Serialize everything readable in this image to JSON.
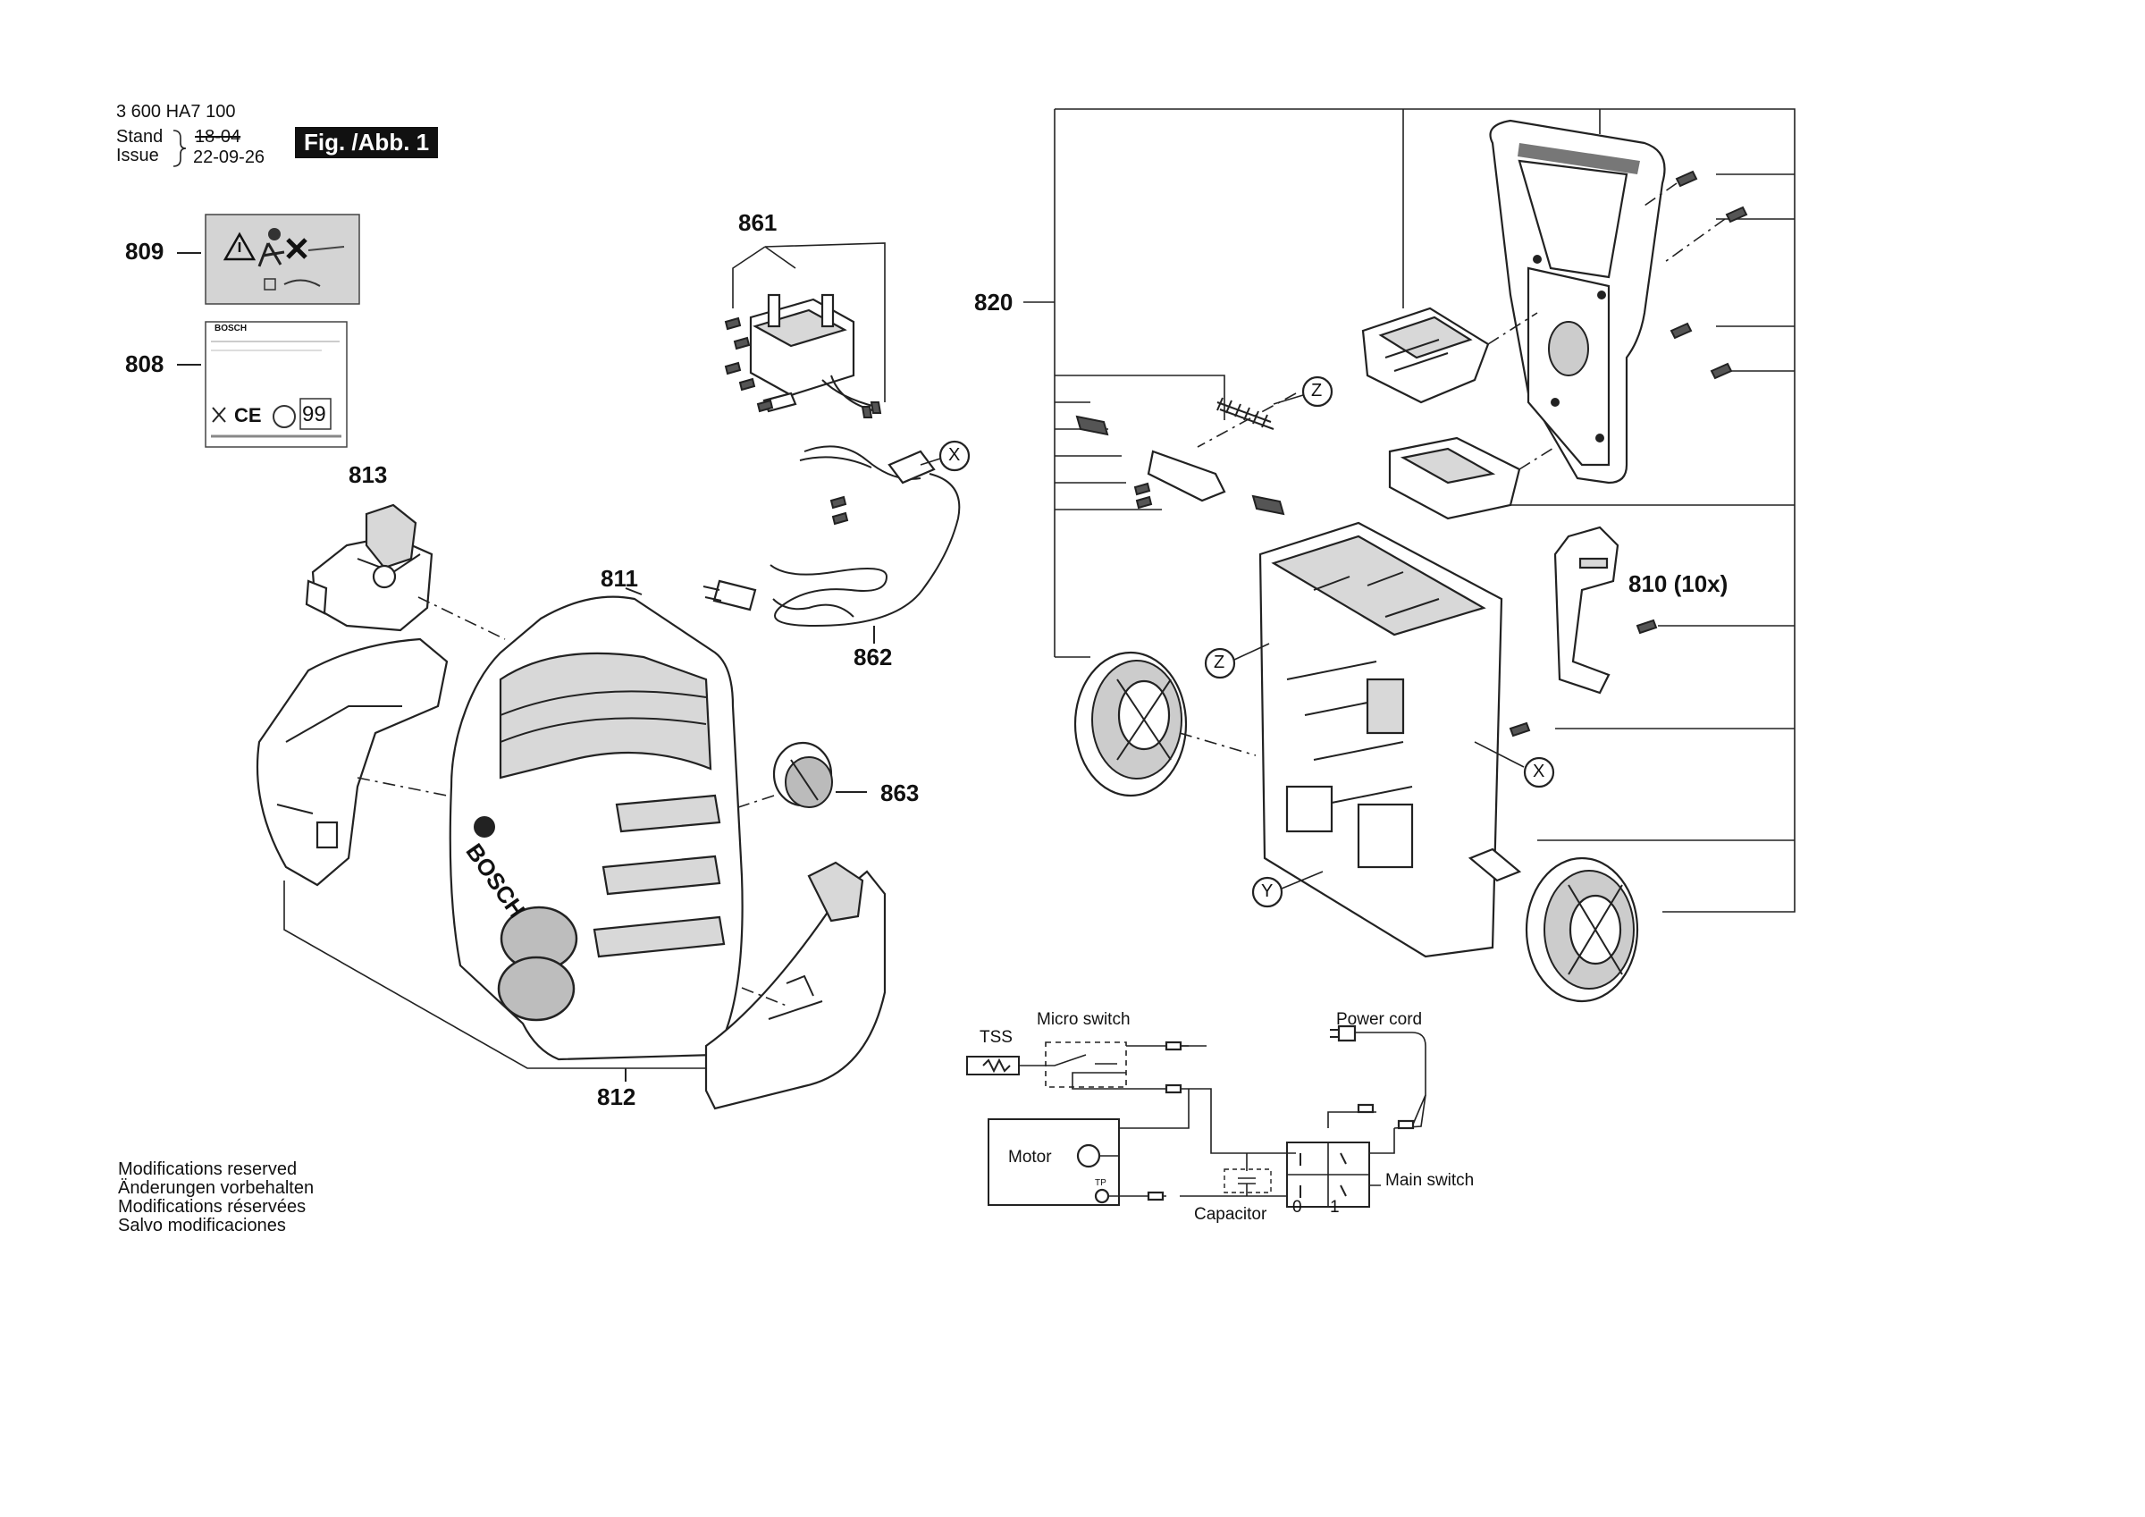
{
  "header": {
    "doc_number": "3 600 HA7 100",
    "stand_label": "Stand",
    "issue_label": "Issue",
    "stand_date_struck": "18-04",
    "issue_date": "22-09-26",
    "figure_badge": "Fig. /Abb. 1"
  },
  "labels": {
    "warning_sticker": {
      "part_no": "809"
    },
    "rating_plate": {
      "part_no": "808",
      "brand": "BOSCH",
      "marks": "CE",
      "value": "99"
    },
    "plug_housing": {
      "part_no": "813"
    },
    "main_housing": {
      "part_no": "811",
      "brand": "BOSCH"
    },
    "motor_switch": {
      "part_no": "861"
    },
    "power_cord": {
      "part_no": "862"
    },
    "knob": {
      "part_no": "863"
    },
    "lower_cover": {
      "part_no": "812"
    },
    "frame": {
      "part_no": "820"
    },
    "screws": {
      "part_no": "810 (10x)"
    }
  },
  "callouts": {
    "x": "X",
    "y": "Y",
    "z": "Z"
  },
  "wiring": {
    "tss": "TSS",
    "micro_switch": "Micro switch",
    "power_cord": "Power cord",
    "motor": "Motor",
    "capacitor": "Capacitor",
    "main_switch": "Main switch",
    "switch_off": "0",
    "switch_on": "1",
    "thermal": "TP"
  },
  "footer": {
    "lines": [
      "Modifications reserved",
      "Änderungen vorbehalten",
      "Modifications réservées",
      "Salvo modificaciones"
    ]
  }
}
